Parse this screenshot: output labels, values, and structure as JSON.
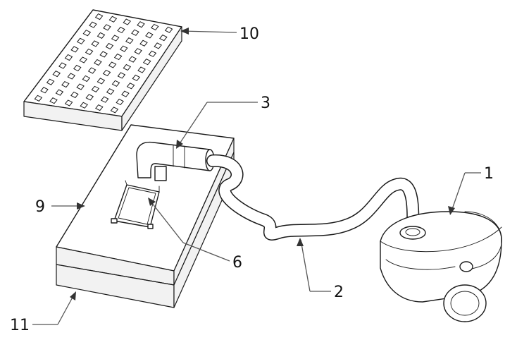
{
  "callouts": [
    {
      "id": "1",
      "text": "1"
    },
    {
      "id": "2",
      "text": "2"
    },
    {
      "id": "3",
      "text": "3"
    },
    {
      "id": "6",
      "text": "6"
    },
    {
      "id": "9",
      "text": "9"
    },
    {
      "id": "10",
      "text": "10"
    },
    {
      "id": "11",
      "text": "11"
    }
  ],
  "colors": {
    "line": "#1a1a1a",
    "leader": "#555555",
    "background": "#ffffff"
  }
}
